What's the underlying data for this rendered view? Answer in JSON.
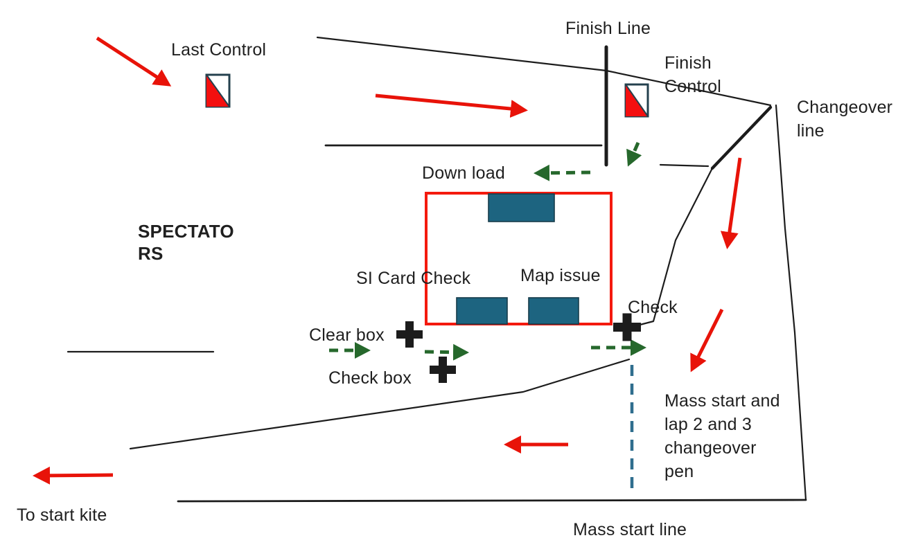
{
  "diagram": {
    "labels": {
      "finish_line": "Finish Line",
      "finish_control": "Finish\nControl",
      "changeover_line": "Changeover\nline",
      "last_control": "Last Control",
      "spectators": "SPECTATO\nRS",
      "down_load": "Down load",
      "si_card_check": "SI Card Check",
      "map_issue": "Map issue",
      "check": "Check",
      "clear_box": "Clear box",
      "check_box": "Check box",
      "mass_start_pen": "Mass start and\nlap 2 and 3\nchangeover\npen",
      "to_start_kite": "To start kite",
      "mass_start_line": "Mass start line"
    },
    "icons": {
      "last_control_flag": "control-flag-icon",
      "finish_control_flag": "control-flag-icon",
      "clear_box_marker": "plus-cross-icon",
      "check_box_marker": "plus-cross-icon",
      "check_marker": "plus-cross-icon"
    },
    "colors": {
      "arrow_red": "#e81309",
      "rect_red": "#f41a0e",
      "runner_green": "#26682c",
      "box_teal": "#1d6480",
      "box_teal_border": "#173c4a",
      "flag_border": "#24404e",
      "flag_red": "#f40f0f",
      "dashed_teal": "#2f6e8e",
      "line_black": "#1c1c1c",
      "text_black": "#1f1f1f"
    }
  }
}
